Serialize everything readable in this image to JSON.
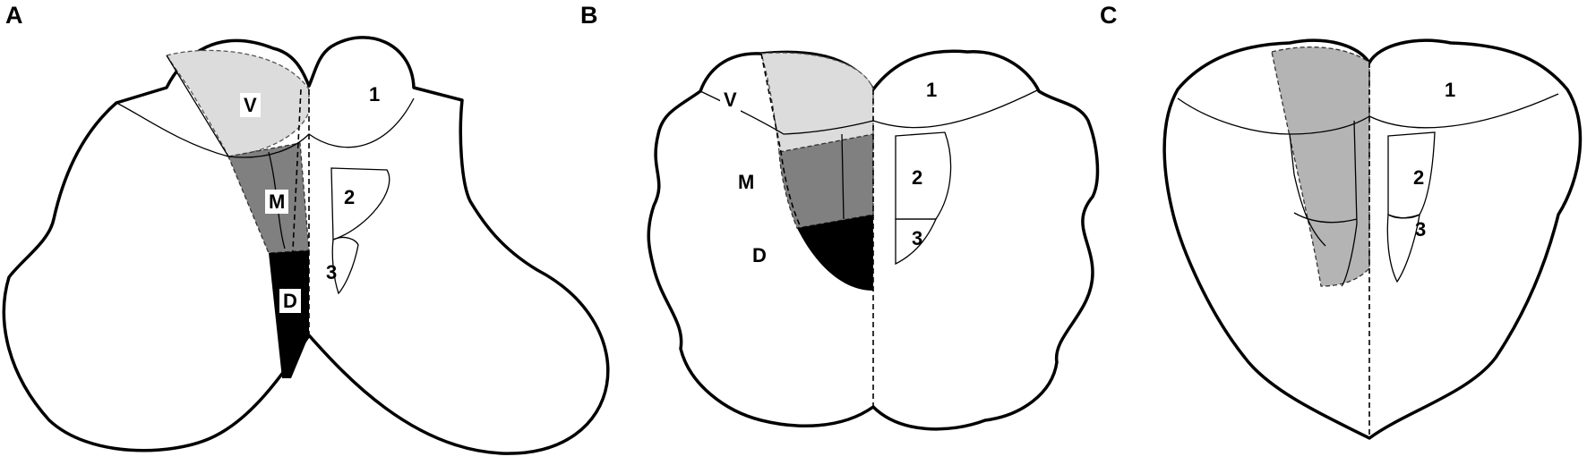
{
  "panels": [
    {
      "letter": "A",
      "zone_labels": {
        "ventral": "V",
        "medial": "M",
        "dorsal": "D"
      },
      "nuclei": {
        "n1": "1",
        "n2": "2",
        "n3": "3"
      }
    },
    {
      "letter": "B",
      "zone_labels": {
        "ventral": "V",
        "medial": "M",
        "dorsal": "D"
      },
      "nuclei": {
        "n1": "1",
        "n2": "2",
        "n3": "3"
      }
    },
    {
      "letter": "C",
      "nuclei": {
        "n1": "1",
        "n2": "2",
        "n3": "3"
      }
    }
  ],
  "colors": {
    "ventral": "#dcdcdc",
    "medial": "#808080",
    "dorsal": "#000000",
    "panel_c_zone": "#b4b4b4",
    "outline": "#000000"
  }
}
